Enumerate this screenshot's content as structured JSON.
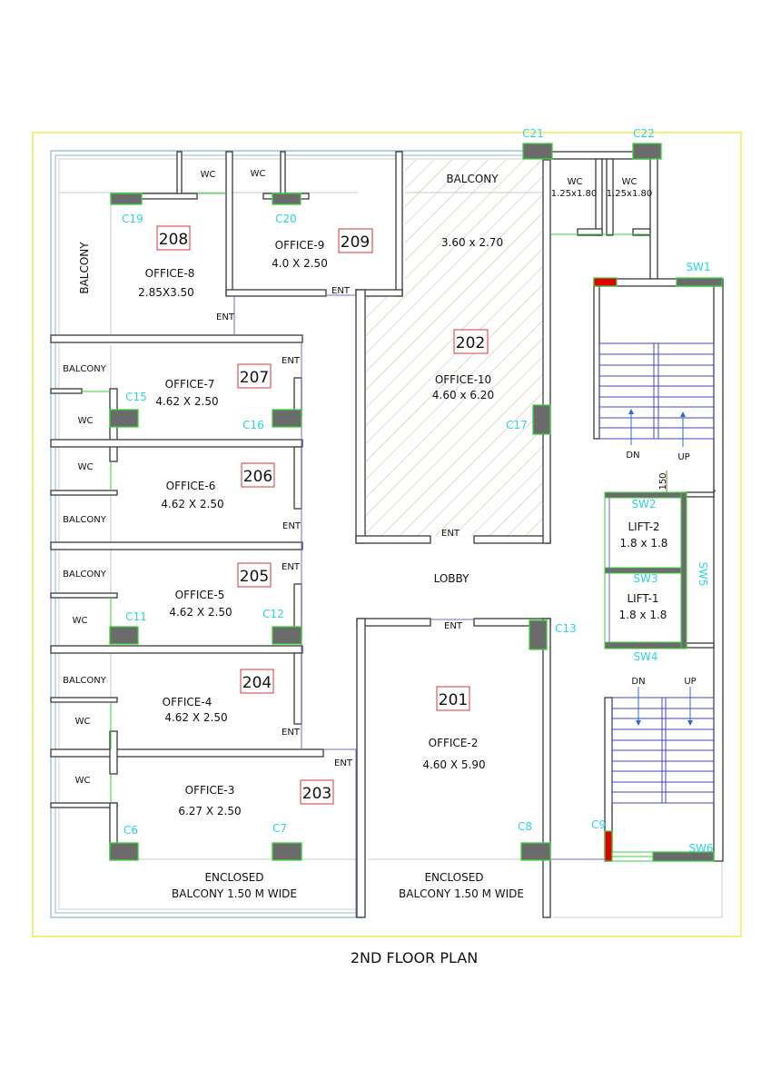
{
  "title": "2ND FLOOR PLAN",
  "colors": {
    "border": "#f5f07a",
    "column_fill": "#6b6b6b",
    "column_outline": "#3ad13a",
    "column_label": "#2ad4e6",
    "shear_wall_red": "#e00000",
    "room_number_box": "#d23a3a",
    "stair_lines": "#4545c0"
  },
  "rooms": {
    "office8": {
      "number": "208",
      "name": "OFFICE-8",
      "size": "2.85X3.50"
    },
    "office9": {
      "number": "209",
      "name": "OFFICE-9",
      "size": "4.0 X 2.50"
    },
    "office10": {
      "number": "202",
      "name": "OFFICE-10",
      "size": "4.60 x 6.20"
    },
    "office7": {
      "number": "207",
      "name": "OFFICE-7",
      "size": "4.62 X 2.50"
    },
    "office6": {
      "number": "206",
      "name": "OFFICE-6",
      "size": "4.62 X 2.50"
    },
    "office5": {
      "number": "205",
      "name": "OFFICE-5",
      "size": "4.62 X 2.50"
    },
    "office4": {
      "number": "204",
      "name": "OFFICE-4",
      "size": "4.62 X 2.50"
    },
    "office3": {
      "number": "203",
      "name": "OFFICE-3",
      "size": "6.27 X 2.50"
    },
    "office2": {
      "number": "201",
      "name": "OFFICE-2",
      "size": "4.60 X 5.90"
    },
    "lift2": {
      "name": "LIFT-2",
      "size": "1.8 x 1.8"
    },
    "lift1": {
      "name": "LIFT-1",
      "size": "1.8 x 1.8"
    },
    "top_balcony": {
      "name": "BALCONY",
      "size": "3.60 x 2.70"
    },
    "wc_top_right_1": {
      "name": "WC",
      "size": "1.25x1.80"
    },
    "wc_top_right_2": {
      "name": "WC",
      "size": "1.25x1.80"
    }
  },
  "labels": {
    "balcony": "BALCONY",
    "wc": "WC",
    "ent": "ENT",
    "lobby": "LOBBY",
    "enclosed_1": "ENCLOSED",
    "enclosed_2": "BALCONY 1.50 M WIDE",
    "dn": "DN",
    "up": "UP",
    "dim_150": "150"
  },
  "columns": [
    "C6",
    "C7",
    "C8",
    "C9",
    "C11",
    "C12",
    "C13",
    "C15",
    "C16",
    "C17",
    "C19",
    "C20",
    "C21",
    "C22"
  ],
  "shear_walls": [
    "SW1",
    "SW2",
    "SW3",
    "SW4",
    "SW5",
    "SW6"
  ]
}
